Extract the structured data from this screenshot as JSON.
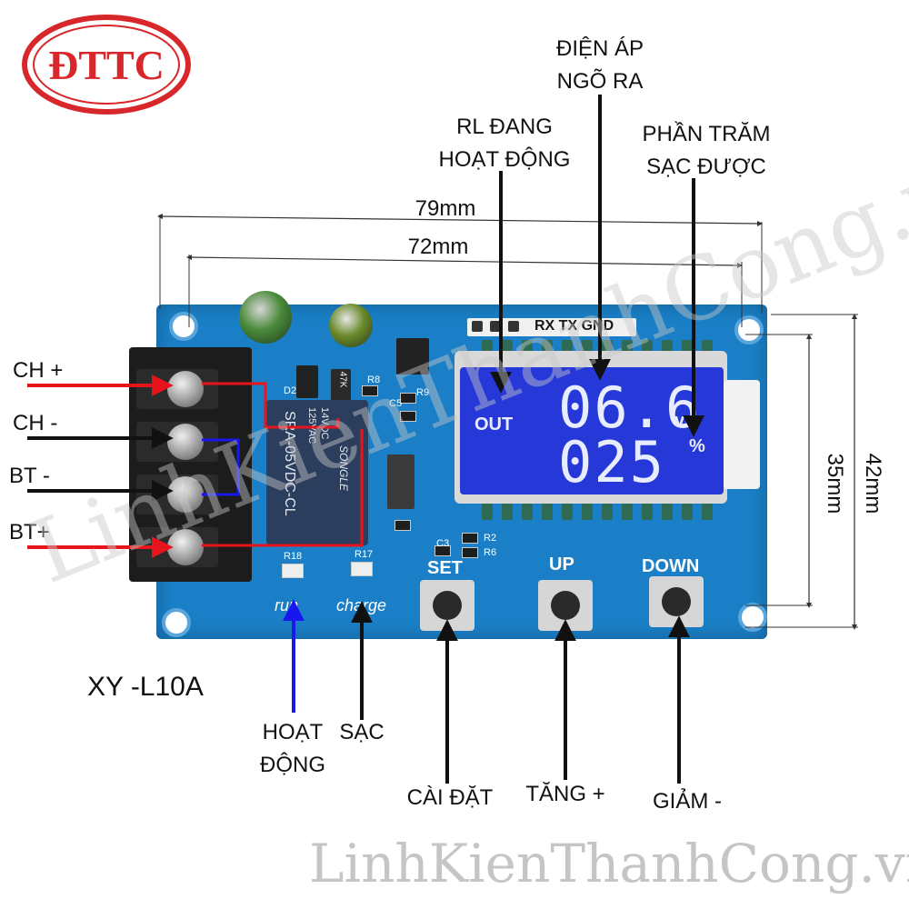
{
  "logo": {
    "text": "ĐTTC"
  },
  "dimensions": {
    "width_outer": "79mm",
    "width_inner": "72mm",
    "height_outer": "42mm",
    "height_inner": "35mm"
  },
  "top_labels": {
    "relay_line1": "RL ĐANG",
    "relay_line2": "HOẠT ĐỘNG",
    "voltage_line1": "ĐIỆN ÁP",
    "voltage_line2": "NGÕ RA",
    "percent_line1": "PHẦN TRĂM",
    "percent_line2": "SẠC ĐƯỢC"
  },
  "terminals": {
    "ch_plus": "CH +",
    "ch_minus": "CH -",
    "bt_minus": "BT -",
    "bt_plus": "BT+"
  },
  "model": "XY -L10A",
  "bottom_labels": {
    "run_line1": "HOẠT",
    "run_line2": "ĐỘNG",
    "charge": "SẠC",
    "set": "CÀI ĐẶT",
    "up": "TĂNG +",
    "down": "GIẢM -"
  },
  "board": {
    "header_pins": "RX TX GND",
    "lcd_out": "OUT",
    "lcd_voltage": "06.6",
    "lcd_unit": "v",
    "lcd_percent": "025",
    "lcd_percent_unit": "%",
    "btn_set": "SET",
    "btn_up": "UP",
    "btn_down": "DOWN",
    "led_run": "run",
    "led_charge": "charge",
    "relay_model": "SRA-05VDC-CL",
    "relay_brand": "SONGLE",
    "relay_rating1": "14VDC",
    "relay_rating2": "125VAC",
    "r18": "R18",
    "r17": "R17",
    "r8": "R8",
    "r9": "R9",
    "r2": "R2",
    "r6": "R6",
    "c3": "C3",
    "c5": "C5",
    "d2": "D2",
    "r_value": "47K"
  },
  "watermark": {
    "text": "LinhKienThanhCong.vn"
  },
  "colors": {
    "arrow_red": "#e8141b",
    "arrow_blue": "#1818ee",
    "pcb": "#1a7fc6",
    "lcd": "#2638d8",
    "logo": "#d8272a"
  }
}
